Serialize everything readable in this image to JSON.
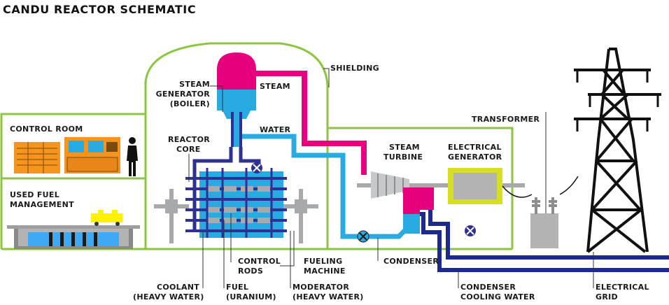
{
  "title": "CANDU REACTOR SCHEMATIC",
  "labels": {
    "shielding": "SHIELDING",
    "steam_generator": [
      "STEAM",
      "GENERATOR",
      "(BOILER)"
    ],
    "steam": "STEAM",
    "water": "WATER",
    "control_room": "CONTROL ROOM",
    "reactor_core": [
      "REACTOR",
      "CORE"
    ],
    "used_fuel": [
      "USED FUEL",
      "MANAGEMENT"
    ],
    "steam_turbine": [
      "STEAM",
      "TURBINE"
    ],
    "electrical_generator": [
      "ELECTRICAL",
      "GENERATOR"
    ],
    "transformer": "TRANSFORMER",
    "control_rods": [
      "CONTROL",
      "RODS"
    ],
    "fueling_machine": [
      "FUELING",
      "MACHINE"
    ],
    "condenser": "CONDENSER",
    "coolant": [
      "COOLANT",
      "(HEAVY WATER)"
    ],
    "fuel": [
      "FUEL",
      "(URANIUM)"
    ],
    "moderator": [
      "MODERATOR",
      "(HEAVY WATER)"
    ],
    "condenser_cooling_water": [
      "CONDENSER",
      "COOLING WATER"
    ],
    "electrical_grid": [
      "ELECTRICAL",
      "GRID"
    ]
  },
  "colors": {
    "building": "#8cc63f",
    "steam": "#e6007e",
    "water": "#29abe2",
    "coolant": "#2e3192",
    "cooling_water": "#1b2a8c",
    "equipment": "#f7941d",
    "grey": "#b3b3b3",
    "generator_frame": "#d7df23",
    "pool": "#3fa9f5",
    "ink": "#111111"
  }
}
